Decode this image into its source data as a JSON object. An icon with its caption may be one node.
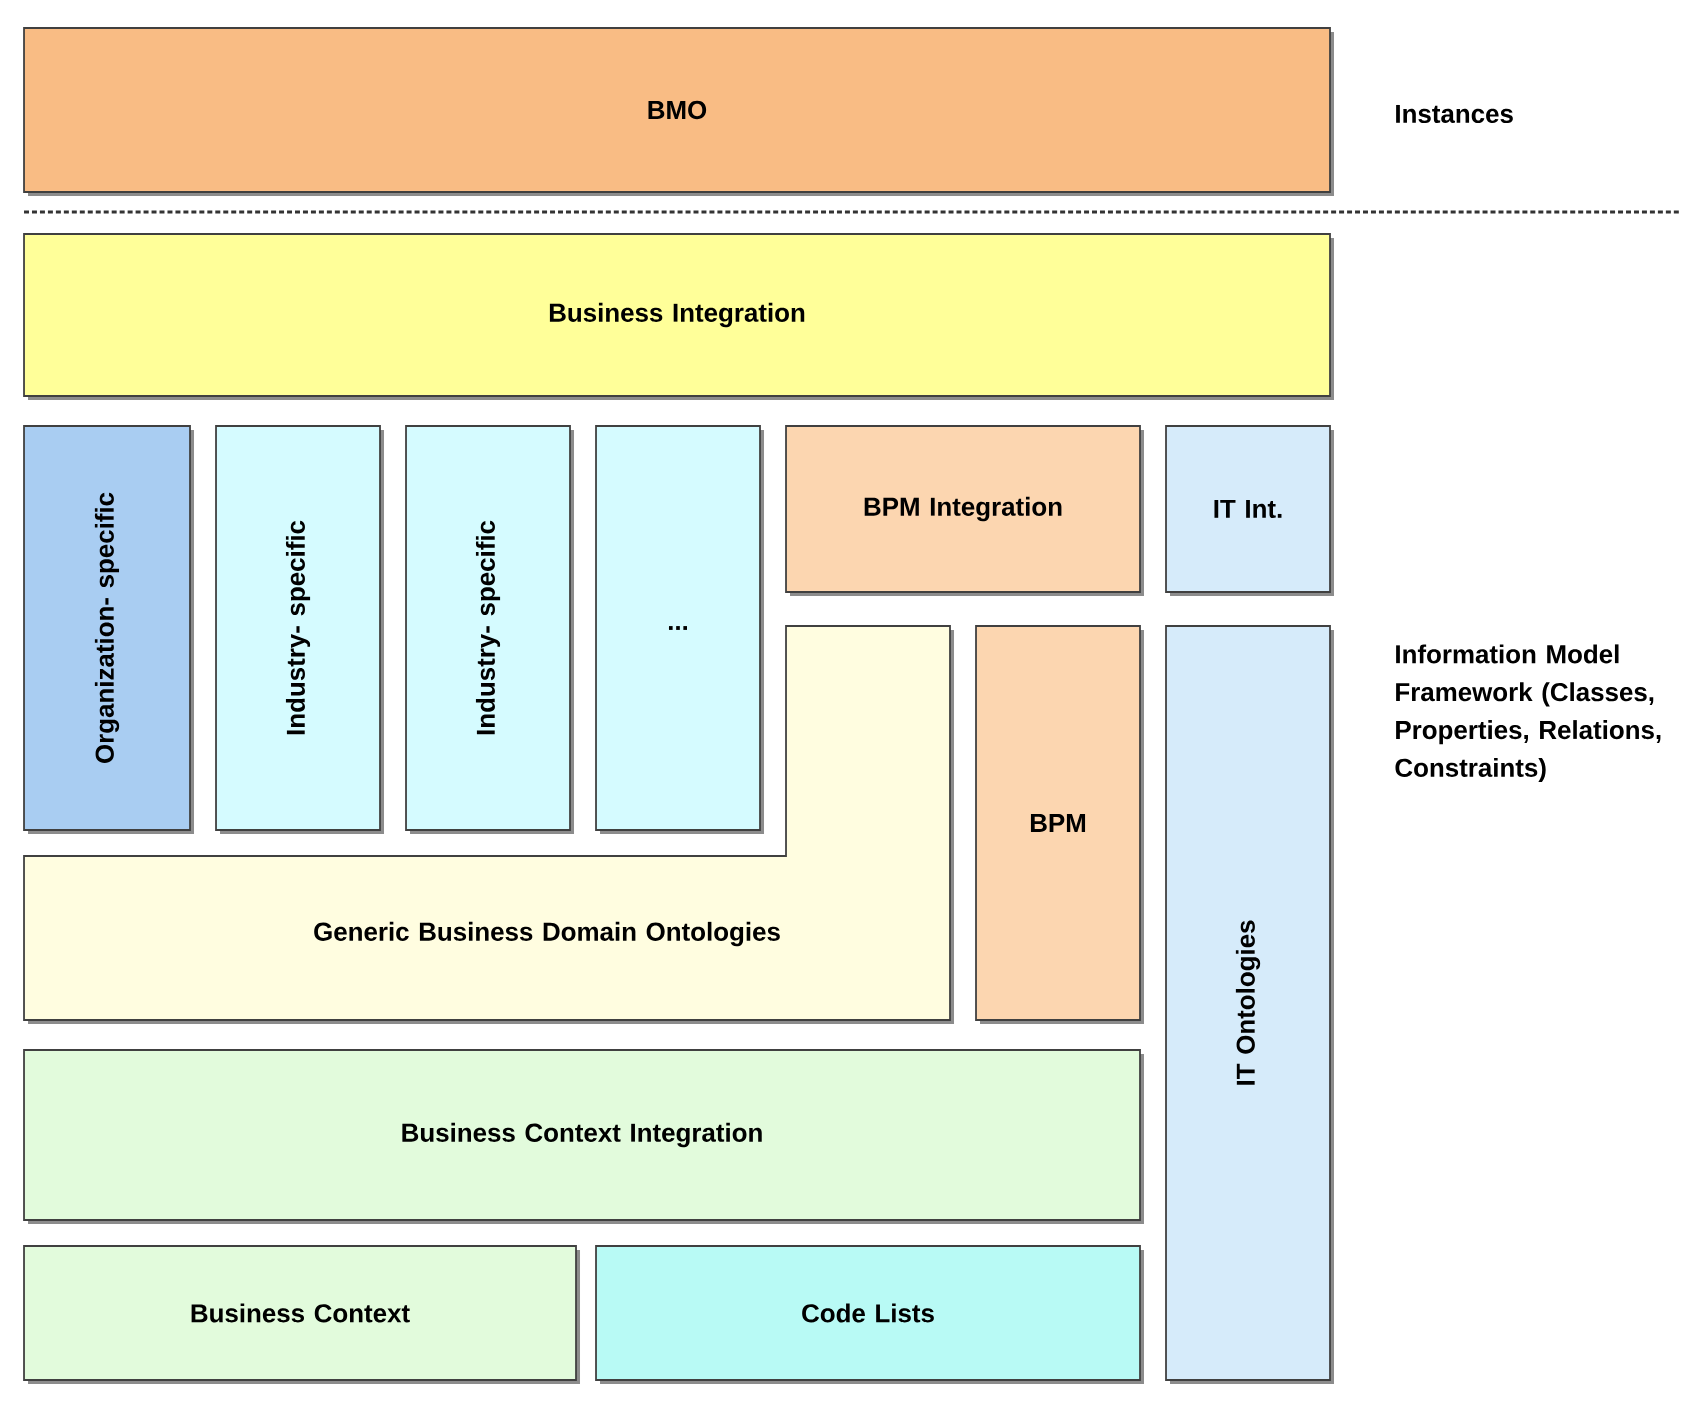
{
  "diagram": {
    "nodes": [
      {
        "text": [
          "BMO"
        ]
      },
      {
        "text": [
          "Business Integration"
        ]
      },
      {
        "text": [
          "Organization- specific"
        ]
      },
      {
        "text": [
          "Industry- specific"
        ]
      },
      {
        "text": [
          "Industry- specific"
        ]
      },
      {
        "text": [
          "..."
        ]
      },
      {
        "text": [
          "BPM Integration"
        ]
      },
      {
        "text": [
          "IT Int."
        ]
      },
      {
        "text": [
          "Generic Business Domain Ontologies"
        ]
      },
      {
        "text": [
          "BPM"
        ]
      },
      {
        "text": [
          "IT Ontologies"
        ]
      },
      {
        "text": [
          "Business Context Integration"
        ]
      },
      {
        "text": [
          "Business Context"
        ]
      },
      {
        "text": [
          "Code Lists"
        ]
      }
    ],
    "labels": [
      "Instances",
      "Information Model Framework (Classes, Properties, Relations, Constraints)"
    ]
  }
}
